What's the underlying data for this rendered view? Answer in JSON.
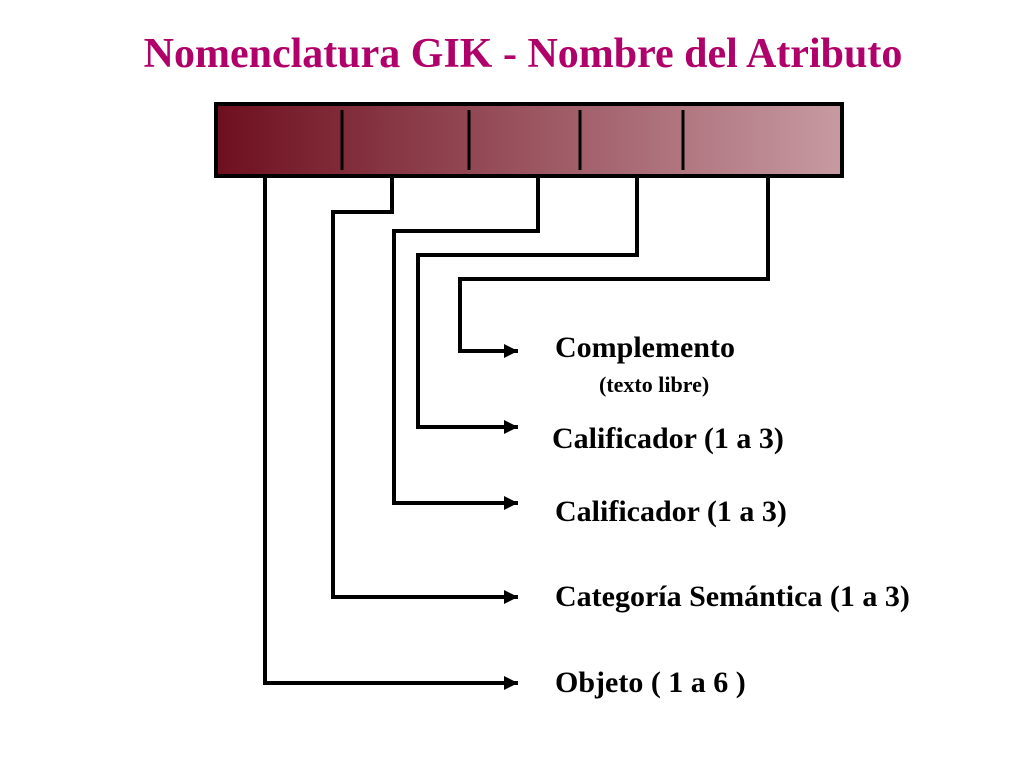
{
  "title": "Nomenclatura GIK - Nombre del Atributo",
  "colors": {
    "title": "#b0006a",
    "bar_start": "#6e0f1e",
    "bar_end": "#c79aa2",
    "lines": "#000000"
  },
  "labels": {
    "complemento": "Complemento",
    "complemento_note": "(texto libre)",
    "calificador_1": "Calificador (1 a 3)",
    "calificador_2": "Calificador (1 a 3)",
    "categoria": "Categoría Semántica (1 a 3)",
    "objeto": "Objeto ( 1 a 6 )"
  }
}
